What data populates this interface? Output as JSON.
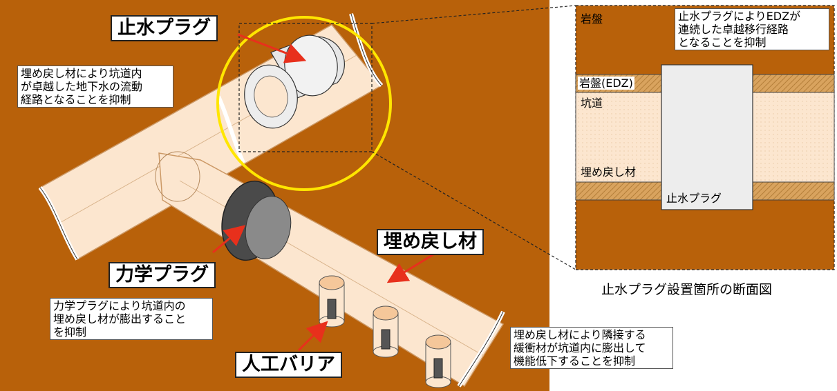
{
  "colors": {
    "rock": "#B8610A",
    "backfill": "#FCE6CF",
    "tunnel_edge": "#CC9966",
    "plug_gray": "#EDEDED",
    "mech_plug": "#555555",
    "highlight_circle": "#FFE600",
    "arrow": "#E8301C",
    "edz_hatch": "#D9A35E"
  },
  "labels": {
    "water_plug": "止水プラグ",
    "mech_plug": "力学プラグ",
    "backfill": "埋め戻し材",
    "barrier": "人工バリア"
  },
  "notes": {
    "backfill_flow": [
      "埋め戻し材により坑道内",
      "が卓越した地下水の流動",
      "経路となることを抑制"
    ],
    "mech_plug_effect": [
      "力学プラグにより坑道内の",
      "埋め戻し材が膨出すること",
      "を抑制"
    ],
    "buffer_swell": [
      "埋め戻し材により隣接する",
      "緩衝材が坑道内に膨出して",
      "機能低下することを抑制"
    ]
  },
  "section": {
    "rock": "岩盤",
    "edz_note": [
      "止水プラグによりEDZが",
      "連続した卓越移行経路",
      "となることを抑制"
    ],
    "edz": "岩盤(EDZ)",
    "tunnel": "坑道",
    "backfill": "埋め戻し材",
    "plug": "止水プラグ",
    "caption": "止水プラグ設置箇所の断面図"
  }
}
